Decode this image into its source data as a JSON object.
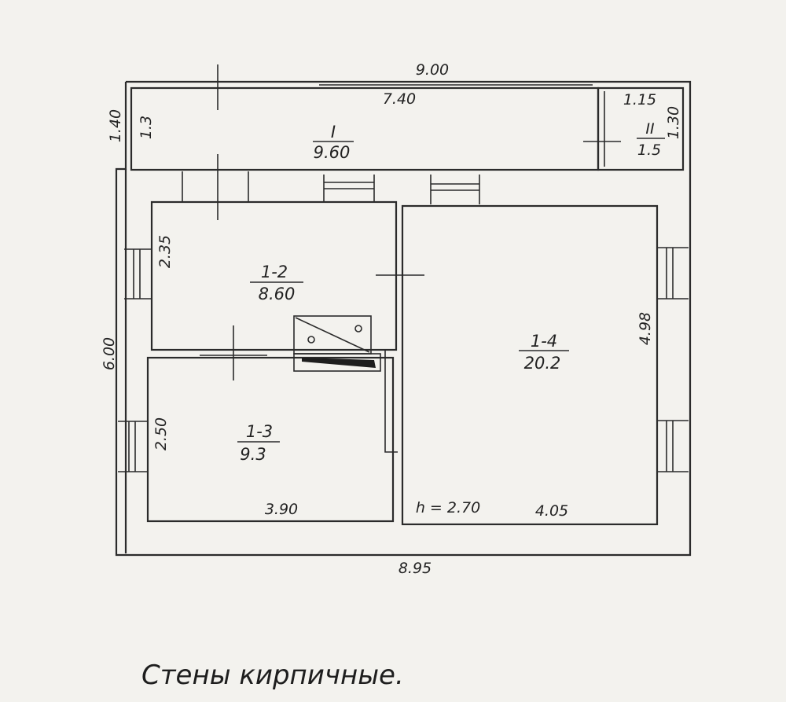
{
  "dimensions": {
    "top_overall": "9.00",
    "left_upper": "1.40",
    "left_overall": "6.00",
    "bottom_overall": "8.95",
    "room_large_length": "7.40",
    "room_large_height": "1.3",
    "room_small_length": "1.15",
    "room_small_height": "1.30",
    "room_1_2_height": "2.35",
    "room_1_3_height": "2.50",
    "room_1_3_width": "3.90",
    "room_1_4_width": "4.05",
    "room_1_4_height": "4.98",
    "ceiling_height": "h = 2.70"
  },
  "rooms": [
    {
      "id": "I",
      "number": "I",
      "area": "9.60"
    },
    {
      "id": "II",
      "number": "II",
      "area": "1.5"
    },
    {
      "id": "1-2",
      "number": "1-2",
      "area": "8.60"
    },
    {
      "id": "1-3",
      "number": "1-3",
      "area": "9.3"
    },
    {
      "id": "1-4",
      "number": "1-4",
      "area": "20.2"
    }
  ],
  "caption": "Стены кирпичные."
}
